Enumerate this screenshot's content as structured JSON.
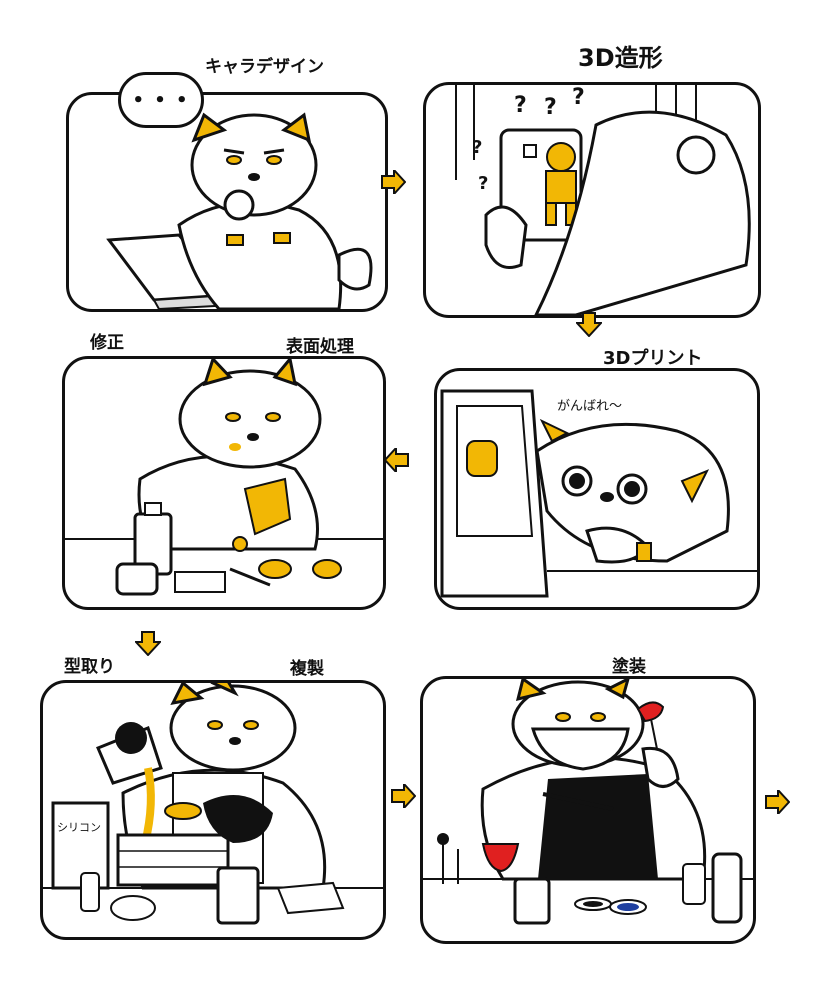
{
  "steps": {
    "character_design": "キャラデザイン",
    "modeling_3d": "3D造形",
    "printing_3d": "3Dプリント",
    "correction": "修正",
    "surface_finish": "表面処理",
    "mold_making": "型取り",
    "duplication": "複製",
    "painting": "塗装"
  },
  "speech": {
    "ellipsis": "• • •",
    "cheer": "がんばれ～",
    "question": "?"
  },
  "props": {
    "silicone": "シリコン"
  },
  "colors": {
    "accent": "#F2B705",
    "ink": "#111111",
    "paint_red": "#E02020",
    "paint_blue": "#1E3FA0"
  }
}
